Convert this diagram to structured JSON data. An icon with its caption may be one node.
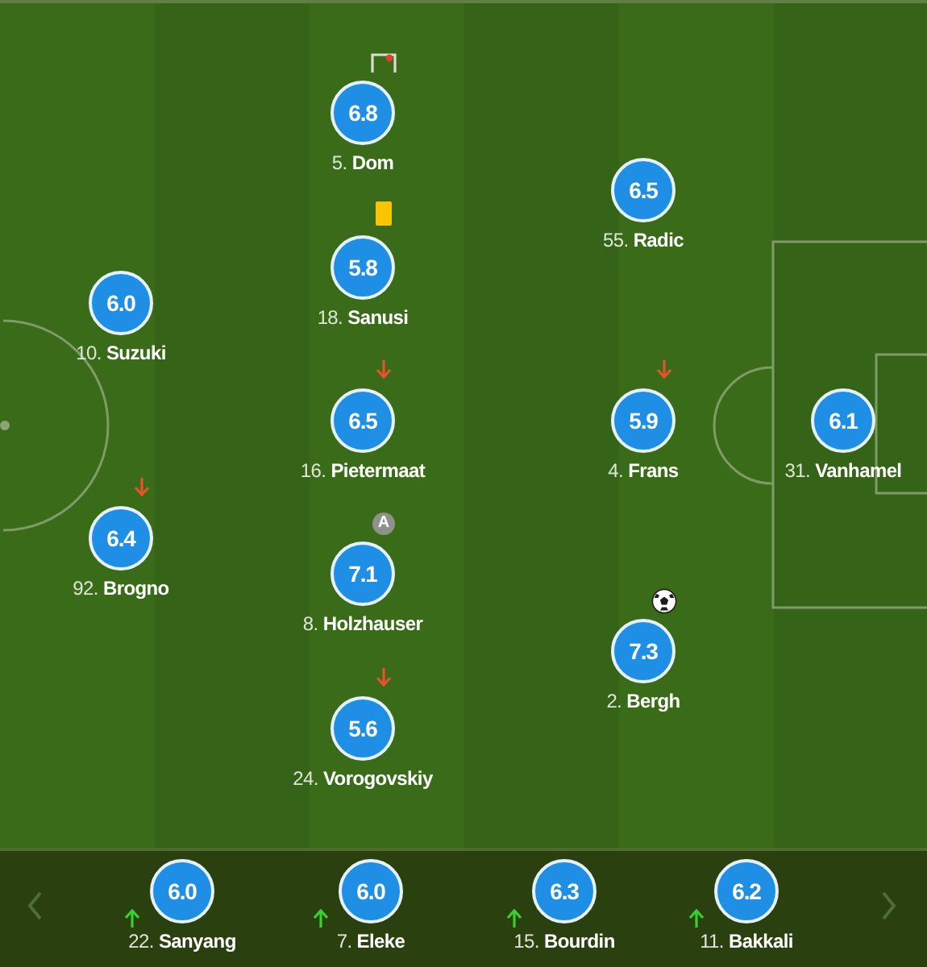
{
  "diagram": {
    "nodes": [
      {
        "text": [
          "6.8"
        ],
        "beside": [
          "5. **Dom**"
        ]
      },
      {
        "text": [
          "6.5"
        ],
        "beside": [
          "55. **Radic**"
        ]
      },
      {
        "text": [
          "5.8"
        ],
        "beside": [
          "18. **Sanusi**"
        ]
      },
      {
        "text": [
          "6.0"
        ],
        "beside": [
          "10. **Suzuki**"
        ]
      },
      {
        "text": [
          "6.5"
        ],
        "beside": [
          "16. **Pietermaat**"
        ]
      },
      {
        "text": [
          "5.9"
        ],
        "beside": [
          "4. **Frans**"
        ]
      },
      {
        "text": [
          "6.1"
        ],
        "beside": [
          "31. **Vanhamel**"
        ]
      },
      {
        "text": [
          "6.4"
        ],
        "beside": [
          "92. **Brogno**"
        ]
      },
      {
        "text": [
          "A"
        ]
      },
      {
        "text": [
          "7.1"
        ],
        "beside": [
          "8. **Holzhauser**"
        ]
      },
      {
        "text": [
          "7.3"
        ],
        "beside": [
          "2. **Bergh**"
        ]
      },
      {
        "text": [
          "5.6"
        ],
        "beside": [
          "24. **Vorogovskiy**"
        ]
      },
      {
        "text": [
          "6.0"
        ],
        "beside": [
          "22. **Sanyang**"
        ]
      },
      {
        "text": [
          "6.0"
        ],
        "beside": [
          "7. **Eleke**"
        ]
      },
      {
        "text": [
          "6.3"
        ],
        "beside": [
          "15. **Bourdin**"
        ]
      },
      {
        "text": [
          "6.2"
        ],
        "beside": [
          "11. **Bakkali**"
        ]
      }
    ]
  }
}
